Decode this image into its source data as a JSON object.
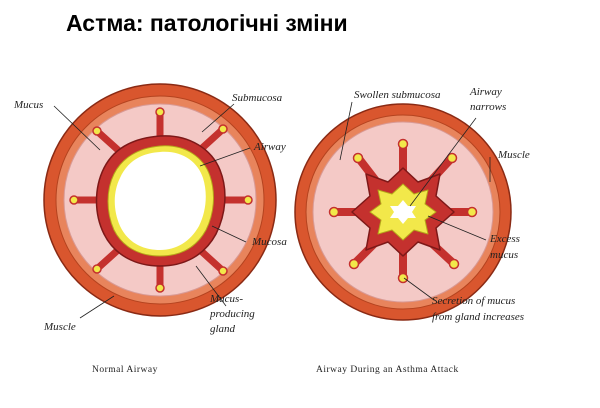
{
  "slide": {
    "title": "Астма: патологічні зміни"
  },
  "normal_airway": {
    "caption": "Normal Airway",
    "labels": {
      "mucus": "Mucus",
      "submucosa": "Submucosa",
      "airway": "Airway",
      "mucosa": "Mucosa",
      "gland_1": "Mucus-",
      "gland_2": "producing",
      "gland_3": "gland",
      "muscle": "Muscle"
    }
  },
  "asthma_airway": {
    "caption": "Airway During an Asthma Attack",
    "labels": {
      "swollen": "Swollen submucosa",
      "narrows_1": "Airway",
      "narrows_2": "narrows",
      "muscle": "Muscle",
      "excess_1": "Excess",
      "excess_2": "mucus",
      "secretion_1": "Secretion of mucus",
      "secretion_2": "from gland increases"
    }
  },
  "colors": {
    "muscle_outer": "#d9562e",
    "muscle_inner": "#e8845c",
    "submucosa": "#f4c9c6",
    "mucosa": "#c4312e",
    "mucus": "#f2e84a",
    "lumen": "#ffffff"
  }
}
